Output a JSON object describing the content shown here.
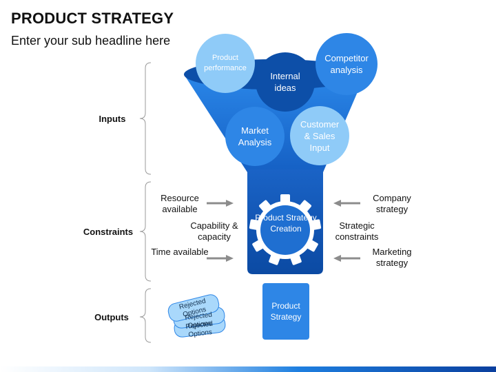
{
  "title": "PRODUCT STRATEGY",
  "subtitle": "Enter your sub headline here",
  "sections": {
    "inputs": "Inputs",
    "constraints": "Constraints",
    "outputs": "Outputs"
  },
  "circles": {
    "product_performance": "Product performance",
    "internal_ideas": "Internal ideas",
    "competitor_analysis": "Competitor analysis",
    "market_analysis": "Market Analysis",
    "customer_sales_input": "Customer & Sales Input"
  },
  "gear_label": "Product Strategy Creation",
  "constraints_left": {
    "resource": "Resource available",
    "capability": "Capability & capacity",
    "time": "Time available"
  },
  "constraints_right": {
    "company": "Company strategy",
    "strategic": "Strategic constraints",
    "marketing": "Marketing strategy"
  },
  "output_box": "Product Strategy",
  "rejected_cards": [
    "Rejected Options",
    "Rejected Options",
    "Rejected Options"
  ],
  "colors": {
    "funnel_blue": "#1f6fd1",
    "dark_blue": "#0d4fa8",
    "light_blue": "#8fcbf8",
    "mid_blue": "#2e86e6"
  }
}
